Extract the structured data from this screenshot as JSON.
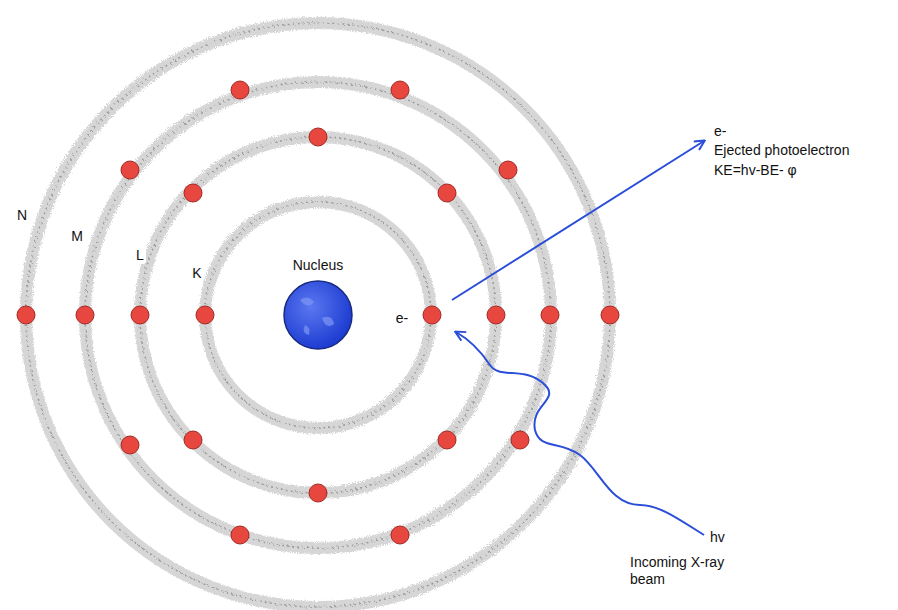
{
  "diagram": {
    "labels": [
      "N",
      "M",
      "L",
      "K",
      "Nucleus",
      "e-",
      "e-",
      "Ejected photoelectron",
      "KE=hv-BE- φ",
      "hv",
      "Incoming X-ray beam"
    ]
  }
}
